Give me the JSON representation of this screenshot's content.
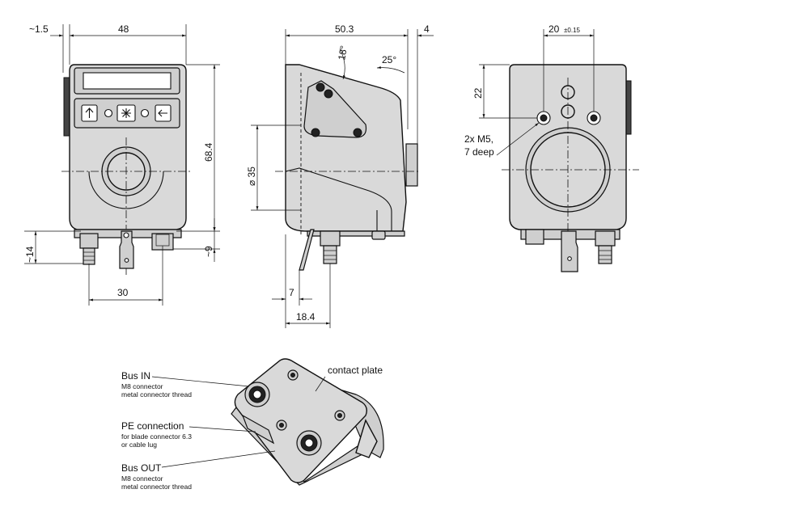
{
  "front_view": {
    "dims": {
      "left_offset": "~1.5",
      "width": "48",
      "height": "68.4",
      "connector_drop_left": "~14",
      "connector_drop_right": "~9",
      "connector_spacing": "30"
    }
  },
  "side_view": {
    "dims": {
      "depth": "50.3",
      "protrusion": "4",
      "angle_top": "18°",
      "angle_right": "25°",
      "diameter": "⌀ 35",
      "plate_offset": "7",
      "connector_offset": "18.4"
    }
  },
  "rear_view": {
    "dims": {
      "hole_spacing": "20",
      "hole_tolerance": "±0.15",
      "hole_height": "22"
    },
    "thread_note_line1": "2x M5,",
    "thread_note_line2": "7 deep"
  },
  "iso_view": {
    "contact_plate": "contact plate",
    "bus_in": {
      "title": "Bus IN",
      "line1": "M8 connector",
      "line2": "metal connector thread"
    },
    "pe": {
      "title": "PE connection",
      "line1": "for blade connector 6.3",
      "line2": "or cable lug"
    },
    "bus_out": {
      "title": "Bus OUT",
      "line1": "M8 connector",
      "line2": "metal connector thread"
    }
  },
  "colors": {
    "body": "#d9d9d9",
    "line": "#111111",
    "background": "#ffffff"
  }
}
